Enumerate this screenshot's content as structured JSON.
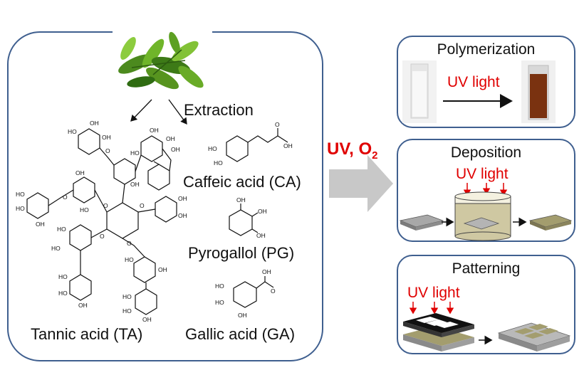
{
  "source": {
    "extraction_label": "Extraction"
  },
  "compounds": {
    "tannic_acid": "Tannic acid (TA)",
    "caffeic_acid": "Caffeic acid (CA)",
    "pyrogallol": "Pyrogallol (PG)",
    "gallic_acid": "Gallic acid (GA)"
  },
  "atoms": {
    "oh": "OH",
    "ho": "HO",
    "o": "O"
  },
  "reaction": {
    "label_main": "UV, O",
    "label_sub": "2"
  },
  "processes": {
    "polymerization": {
      "title": "Polymerization",
      "uv_label": "UV light"
    },
    "deposition": {
      "title": "Deposition",
      "uv_label": "UV light"
    },
    "patterning": {
      "title": "Patterning",
      "uv_label": "UV light"
    }
  },
  "colors": {
    "panel_border": "#3f5f8f",
    "uv_text": "#e00000",
    "arrow_gray": "#c8c8c8",
    "film_brown": "#a39d6e",
    "polymer_solution": "#7a3210"
  },
  "icons": {
    "leaves": "tea-leaves-icon",
    "arrow": "reaction-arrow-icon"
  }
}
